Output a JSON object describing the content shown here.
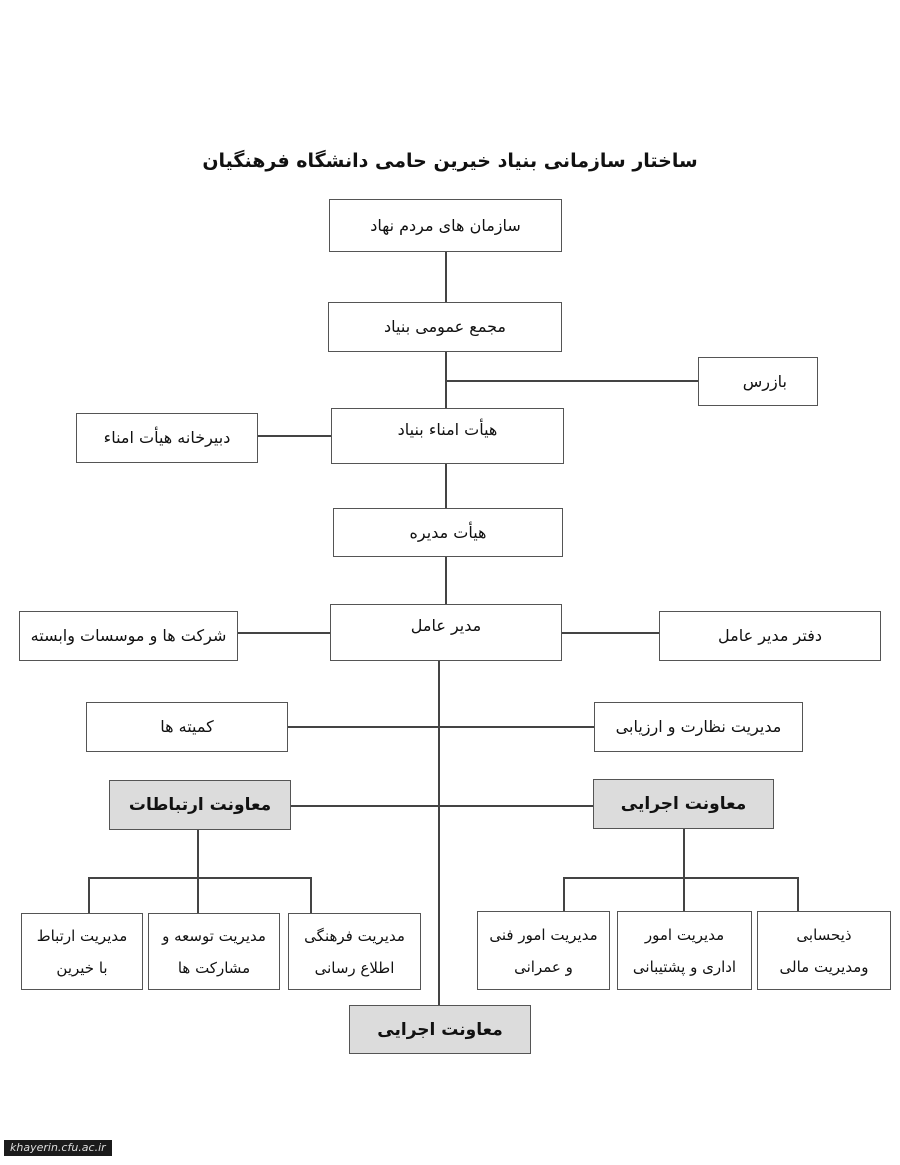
{
  "title": "ساختار سازمانی بنیاد خیرین حامی دانشگاه فرهنگیان",
  "nodes": {
    "ngo": "سازمان های مردم نهاد",
    "general_assembly": "مجمع عمومی بنیاد",
    "inspector": "بازرس",
    "board_of_trustees": "هیأت امناء بنیاد",
    "trustees_secretariat": "دبیرخانه هیأت امناء",
    "board_of_directors": "هیأت مدیره",
    "ceo": "مدیر عامل",
    "affiliated_companies": "شرکت ها و موسسات وابسته",
    "ceo_office": "دفتر مدیر عامل",
    "committees": "کمیته ها",
    "supervision": "مدیریت نظارت و ارزیابی",
    "communications_deputy": "معاونت ارتباطات",
    "executive_deputy": "معاونت اجرایی",
    "donors_relations": [
      "مدیریت ارتباط",
      "با خیرین"
    ],
    "development": [
      "مدیریت توسعه و",
      "مشارکت ها"
    ],
    "cultural": [
      "مدیریت فرهنگی",
      "اطلاع رسانی"
    ],
    "technical": [
      "مدیریت امور فنی",
      "و عمرانی"
    ],
    "admin_support": [
      "مدیریت امور",
      "اداری و پشتیبانی"
    ],
    "finance": [
      "ذیحسابی",
      "ومدیریت مالی"
    ],
    "bottom_executive": "معاونت اجرایی"
  },
  "footer": "khayerin.cfu.ac.ir"
}
